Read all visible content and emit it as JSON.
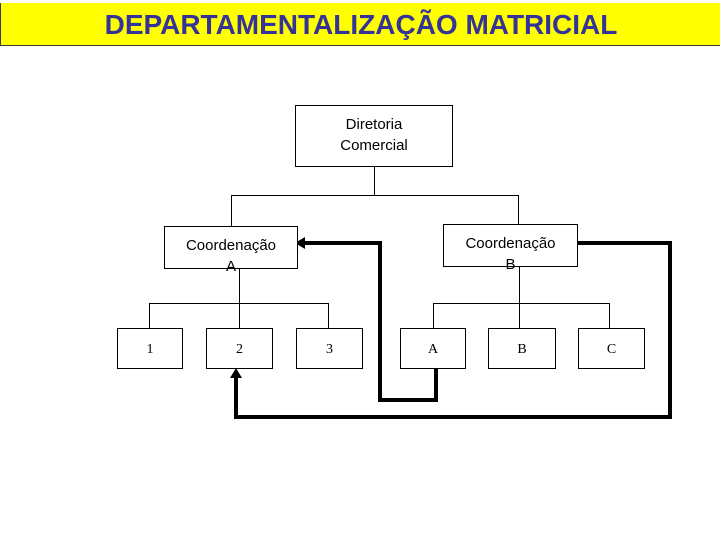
{
  "slide": {
    "title": "DEPARTAMENTALIZAÇÃO MATRICIAL",
    "title_bg_color": "#ffff00",
    "title_text_color": "#333399",
    "background_color": "#ffffff"
  },
  "chart": {
    "type": "org-chart",
    "root": {
      "id": "diretoria-comercial",
      "label_line1": "Diretoria",
      "label_line2": "Comercial"
    },
    "coordinations": [
      {
        "id": "coordenacao-a",
        "label_line1": "Coordenação",
        "label_line2": "A",
        "children": [
          "1",
          "2",
          "3"
        ]
      },
      {
        "id": "coordenacao-b",
        "label_line1": "Coordenação",
        "label_line2": "B",
        "children": [
          "A",
          "B",
          "C"
        ]
      }
    ],
    "leaves": {
      "a1": "1",
      "a2": "2",
      "a3": "3",
      "b1": "A",
      "b2": "B",
      "b3": "C"
    },
    "matrix_links": [
      {
        "id": "link-b-to-coordenacao-a",
        "from": "coordenacao-b",
        "to": "coordenacao-a",
        "arrow": "left"
      },
      {
        "id": "link-a-to-leaf-2",
        "from": "leaf-A",
        "to": "leaf-2",
        "arrow": "up"
      }
    ]
  }
}
